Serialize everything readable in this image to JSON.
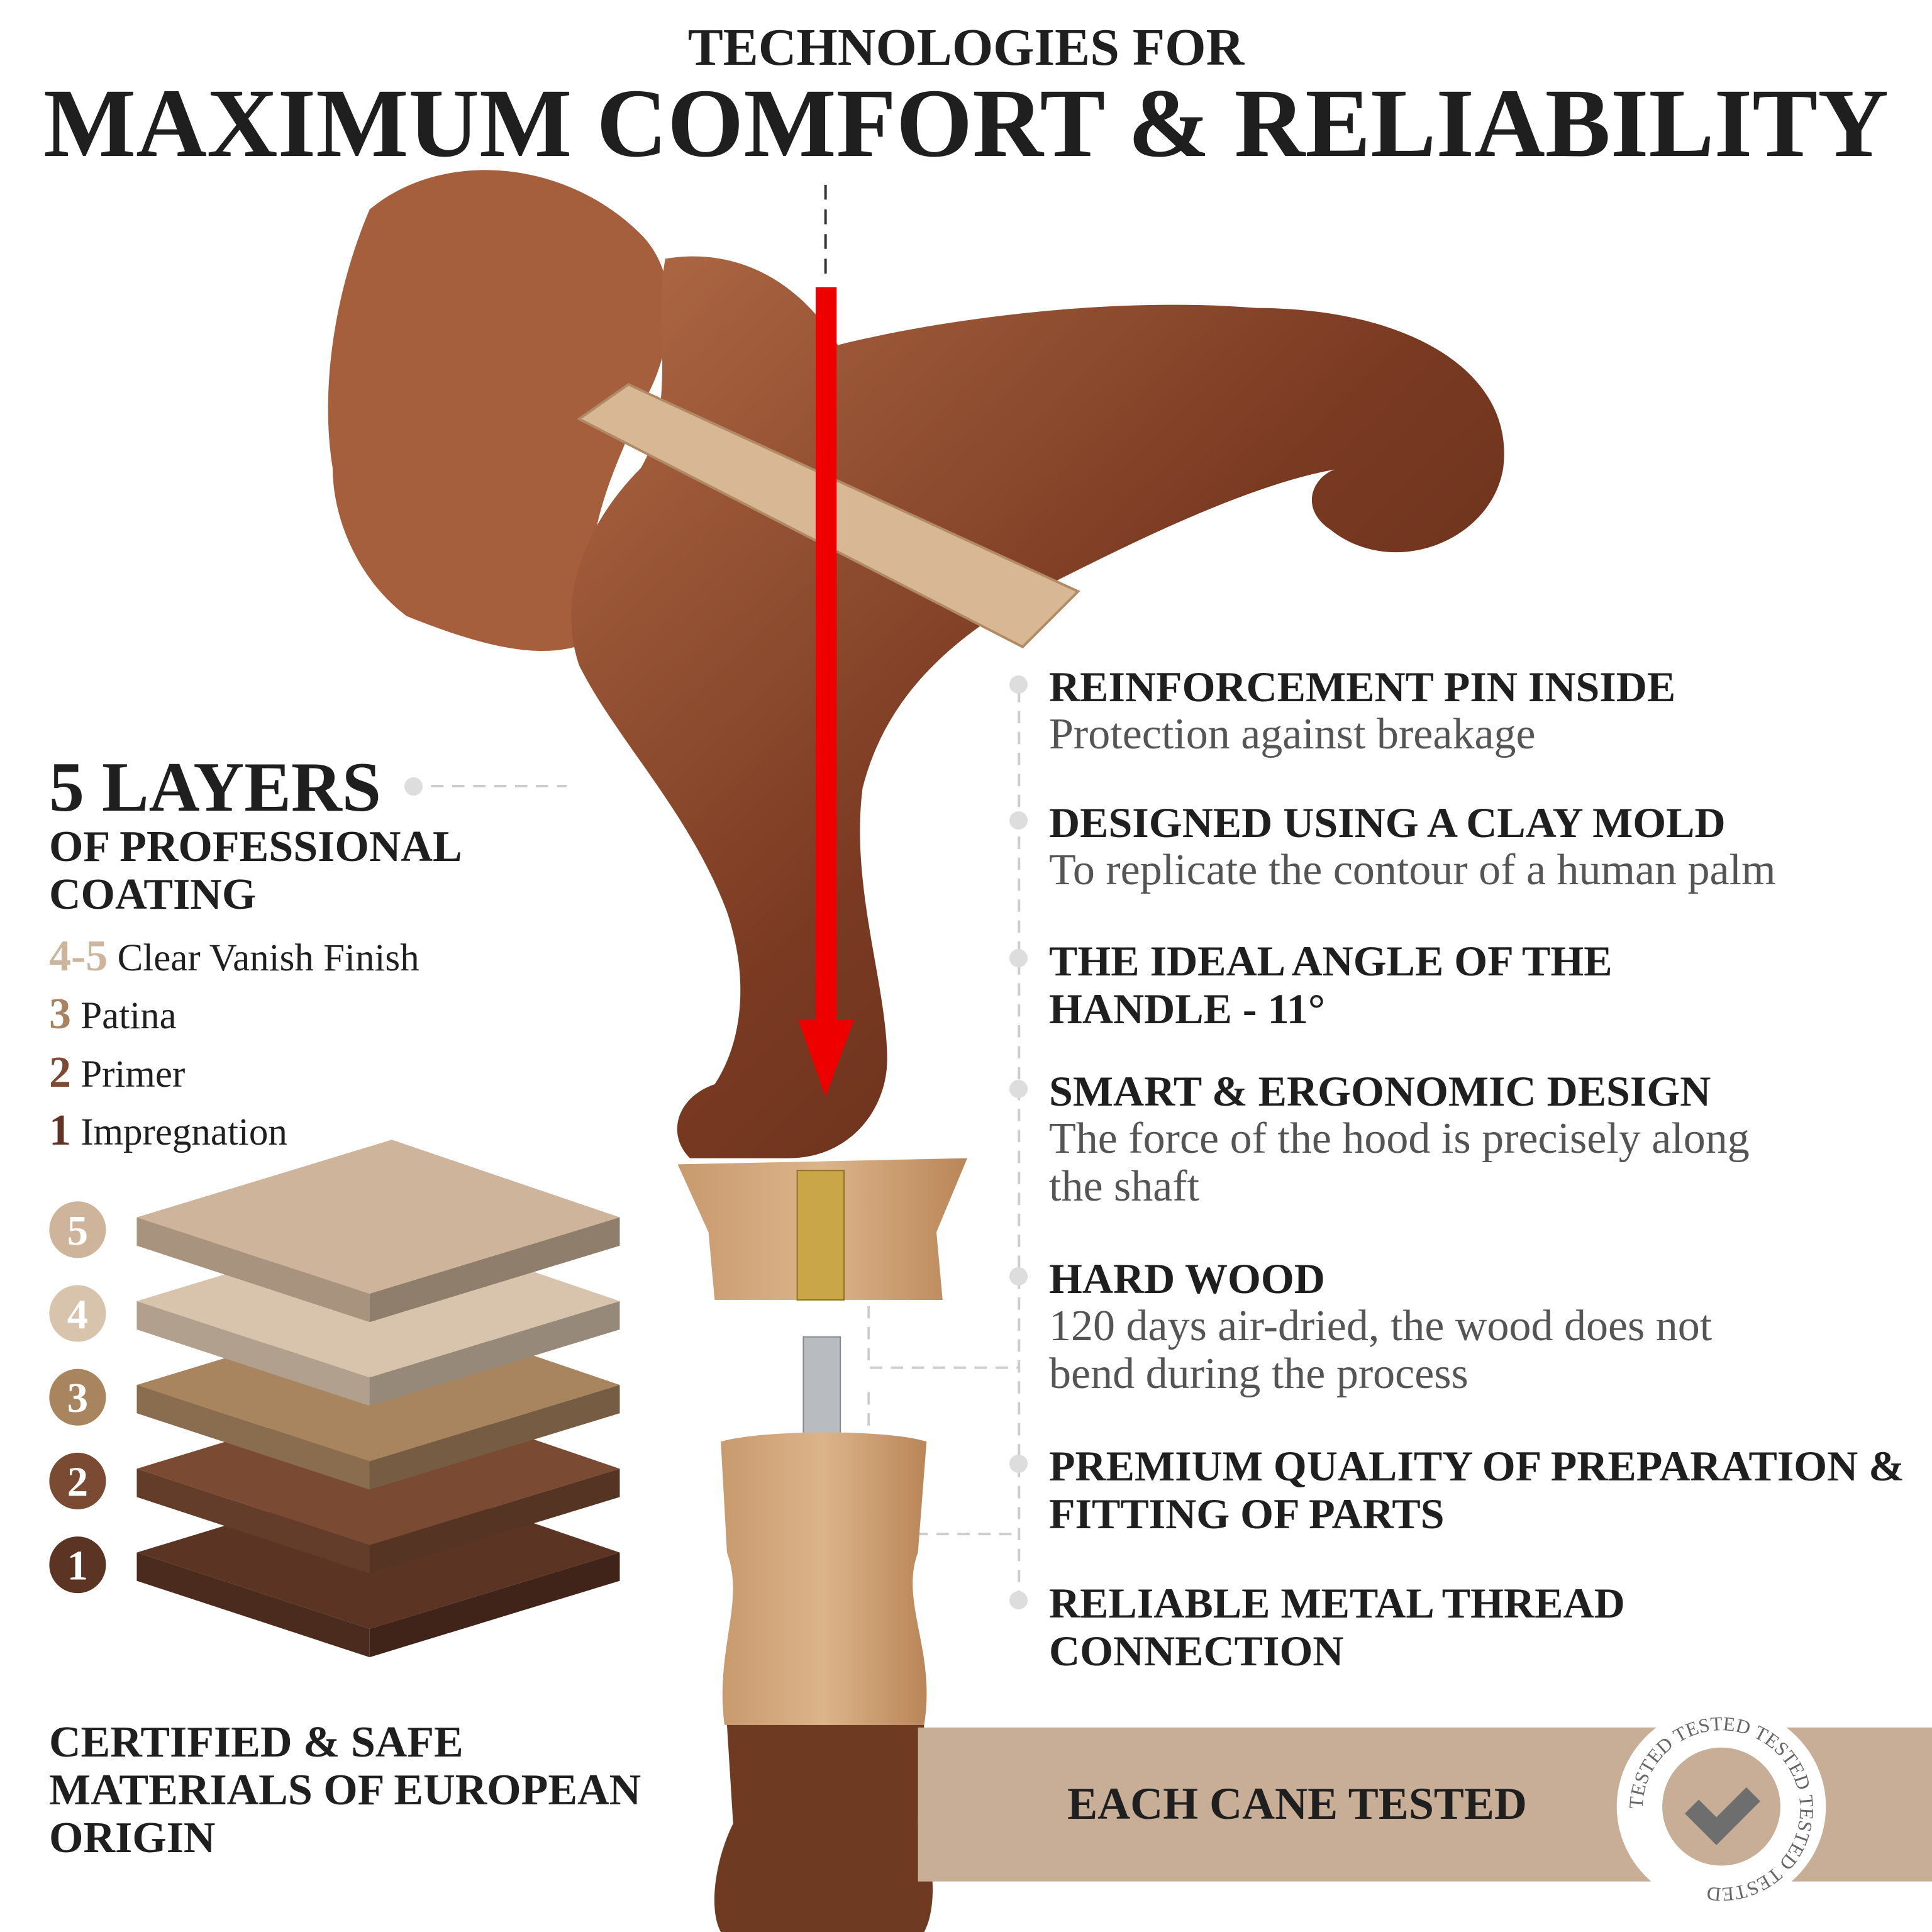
{
  "header": {
    "line1": "TECHNOLOGIES FOR",
    "line2": "MAXIMUM COMFORT & RELIABILITY"
  },
  "features": [
    {
      "title": "REINFORCEMENT PIN INSIDE",
      "subtitle": "Protection against breakage"
    },
    {
      "title": "DESIGNED USING A CLAY MOLD",
      "subtitle": "To replicate the contour of a human palm"
    },
    {
      "title": "THE IDEAL ANGLE OF THE HANDLE - 11°",
      "subtitle": ""
    },
    {
      "title": "SMART & ERGONOMIC DESIGN",
      "subtitle": "The force of the hood is precisely along the shaft"
    },
    {
      "title": "HARD WOOD",
      "subtitle": "120 days air-dried, the wood does not bend during the process"
    },
    {
      "title": "PREMIUM QUALITY OF PREPARATION & FITTING OF PARTS",
      "subtitle": ""
    },
    {
      "title": "RELIABLE METAL THREAD CONNECTION",
      "subtitle": ""
    }
  ],
  "layers_block": {
    "heading": "5 LAYERS",
    "subheading": "OF PROFESSIONAL COATING",
    "items": [
      {
        "num": "4-5",
        "label": "Clear Vanish Finish",
        "color": "#cdb49c"
      },
      {
        "num": "3",
        "label": "Patina",
        "color": "#a98262"
      },
      {
        "num": "2",
        "label": "Primer",
        "color": "#7d4b33"
      },
      {
        "num": "1",
        "label": "Impregnation",
        "color": "#5e3524"
      }
    ],
    "plates": [
      {
        "num": "5",
        "color": "#cdb49a"
      },
      {
        "num": "4",
        "color": "#d8c3ad"
      },
      {
        "num": "3",
        "color": "#a8845f"
      },
      {
        "num": "2",
        "color": "#7a4a33"
      },
      {
        "num": "1",
        "color": "#5c3423"
      }
    ]
  },
  "certified": "CERTIFIED & SAFE MATERIALS OF EUROPEAN ORIGIN",
  "banner": {
    "label": "EACH CANE TESTED",
    "badge_text": "TESTED TESTED TESTED TESTED TESTED",
    "color": "#c9ae97",
    "badge_icon": "checkmark-icon"
  }
}
